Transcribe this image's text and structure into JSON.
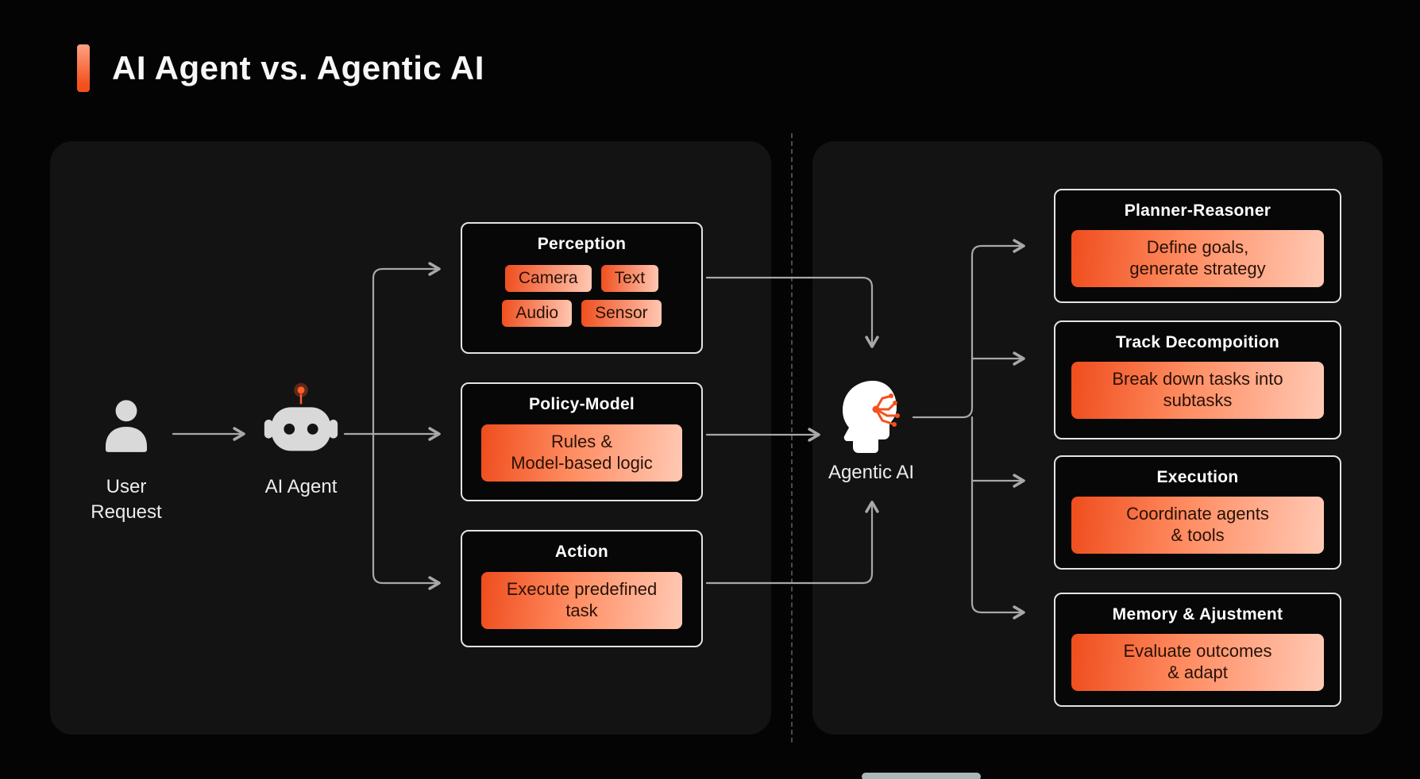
{
  "title": "AI Agent vs. Agentic AI",
  "left": {
    "user_label": "User\nRequest",
    "agent_label": "AI Agent",
    "perception": {
      "title": "Perception",
      "chips": [
        "Camera",
        "Text",
        "Audio",
        "Sensor"
      ]
    },
    "policy": {
      "title": "Policy-Model",
      "body": "Rules &\nModel-based logic"
    },
    "action": {
      "title": "Action",
      "body": "Execute predefined\ntask"
    }
  },
  "right": {
    "center_label": "Agentic AI",
    "boxes": [
      {
        "title": "Planner-Reasoner",
        "body": "Define goals,\ngenerate strategy"
      },
      {
        "title": "Track Decompoition",
        "body": "Break down tasks into\nsubtasks"
      },
      {
        "title": "Execution",
        "body": "Coordinate agents\n& tools"
      },
      {
        "title": "Memory & Ajustment",
        "body": "Evaluate outcomes\n& adapt"
      }
    ]
  },
  "icons": {
    "user": "user-icon",
    "agent": "robot-icon",
    "agentic": "head-circuit-icon"
  },
  "colors": {
    "background": "#040404",
    "panel": "#131313",
    "box_background": "#070707",
    "box_border": "#e3e3e3",
    "accent_orange": "#f1511b",
    "accent_peach": "#ffc9b4",
    "arrow": "#a8a8a8",
    "text_light": "#f7f7f7",
    "text_dark": "#2a1106"
  }
}
